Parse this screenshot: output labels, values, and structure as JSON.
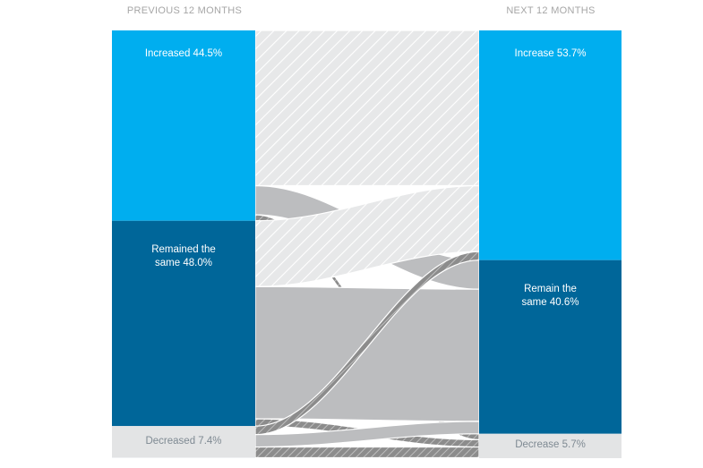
{
  "chart_data": {
    "type": "sankey",
    "left_header": "PREVIOUS 12 MONTHS",
    "right_header": "NEXT 12 MONTHS",
    "left_nodes": [
      {
        "id": "inc",
        "label": "Increased 44.5%",
        "value": 44.5,
        "color": "#00aeef",
        "text_color": "#ffffff"
      },
      {
        "id": "same",
        "label": "Remained the same 48.0%",
        "value": 48.0,
        "color": "#006699",
        "text_color": "#ffffff"
      },
      {
        "id": "dec",
        "label": "Decreased 7.4%",
        "value": 7.4,
        "color": "#e3e4e5",
        "text_color": "#7f8a93"
      }
    ],
    "right_nodes": [
      {
        "id": "inc",
        "label": "Increase 53.7%",
        "value": 53.7,
        "color": "#00aeef",
        "text_color": "#ffffff"
      },
      {
        "id": "same",
        "label": "Remain the same 40.6%",
        "value": 40.6,
        "color": "#006699",
        "text_color": "#ffffff"
      },
      {
        "id": "dec",
        "label": "Decrease 5.7%",
        "value": 5.7,
        "color": "#e3e4e5",
        "text_color": "#7f8a93"
      }
    ],
    "flows": [
      {
        "from": "inc",
        "to": "inc",
        "value": 36.3,
        "style": "hatch"
      },
      {
        "from": "inc",
        "to": "same",
        "value": 6.8,
        "style": "solid"
      },
      {
        "from": "inc",
        "to": "dec",
        "value": 1.4,
        "style": "hatch"
      },
      {
        "from": "same",
        "to": "inc",
        "value": 15.4,
        "style": "hatch"
      },
      {
        "from": "same",
        "to": "same",
        "value": 30.9,
        "style": "solid"
      },
      {
        "from": "same",
        "to": "dec",
        "value": 1.7,
        "style": "hatch"
      },
      {
        "from": "dec",
        "to": "inc",
        "value": 2.0,
        "style": "hatch"
      },
      {
        "from": "dec",
        "to": "same",
        "value": 2.9,
        "style": "solid"
      },
      {
        "from": "dec",
        "to": "dec",
        "value": 2.5,
        "style": "hatch"
      }
    ]
  }
}
